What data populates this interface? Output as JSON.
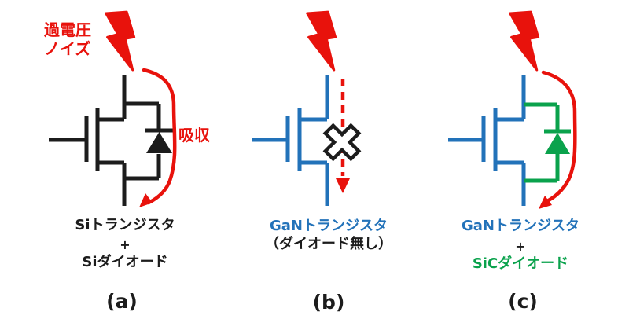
{
  "figure": {
    "noise_label": {
      "line1": "過電圧",
      "line2": "ノイズ"
    },
    "absorb_label": "吸収",
    "panels": [
      {
        "label": "(a)",
        "caption": {
          "line1": "Siトランジスタ",
          "line2": "+",
          "line3": "Siダイオード"
        }
      },
      {
        "label": "(b)",
        "caption": {
          "line1": "GaNトランジスタ",
          "line2": "（ダイオード無し）"
        }
      },
      {
        "label": "(c)",
        "caption": {
          "line1": "GaNトランジスタ",
          "line2": "+",
          "line3": "SiCダイオード"
        }
      }
    ],
    "icons": {
      "lightning": "red-lightning-bolt (overvoltage noise strike)",
      "absorb_arrow": "red-curved-arrow (surge absorbed path)",
      "blocked_arrow": "red-dashed-arrow (surge passes, no absorption)",
      "cross": "x-blocked-mark (no diode path)"
    },
    "colors": {
      "red": "#e8120c",
      "blue": "#2272b9",
      "green": "#0aa24c",
      "black": "#1c1c1c",
      "white": "#ffffff"
    }
  }
}
